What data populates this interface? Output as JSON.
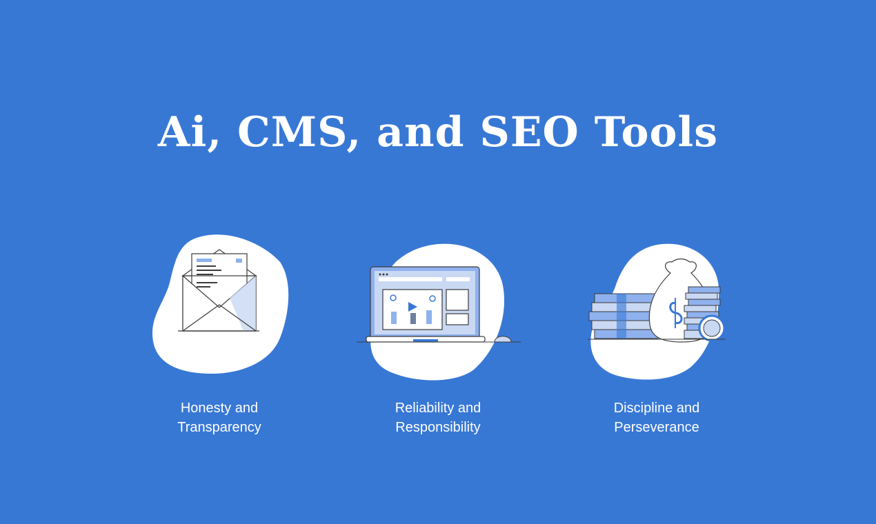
{
  "title": "Ai, CMS, and SEO Tools",
  "colors": {
    "background": "#3878d5",
    "blob": "#ffffff",
    "accent": "#8fb1ee",
    "line": "#3a3a3a"
  },
  "features": [
    {
      "line1": "Honesty and",
      "line2": "Transparency",
      "icon": "envelope-letter-icon"
    },
    {
      "line1": "Reliability and",
      "line2": "Responsibility",
      "icon": "laptop-video-icon"
    },
    {
      "line1": "Discipline and",
      "line2": "Perseverance",
      "icon": "money-bag-coins-icon"
    }
  ]
}
